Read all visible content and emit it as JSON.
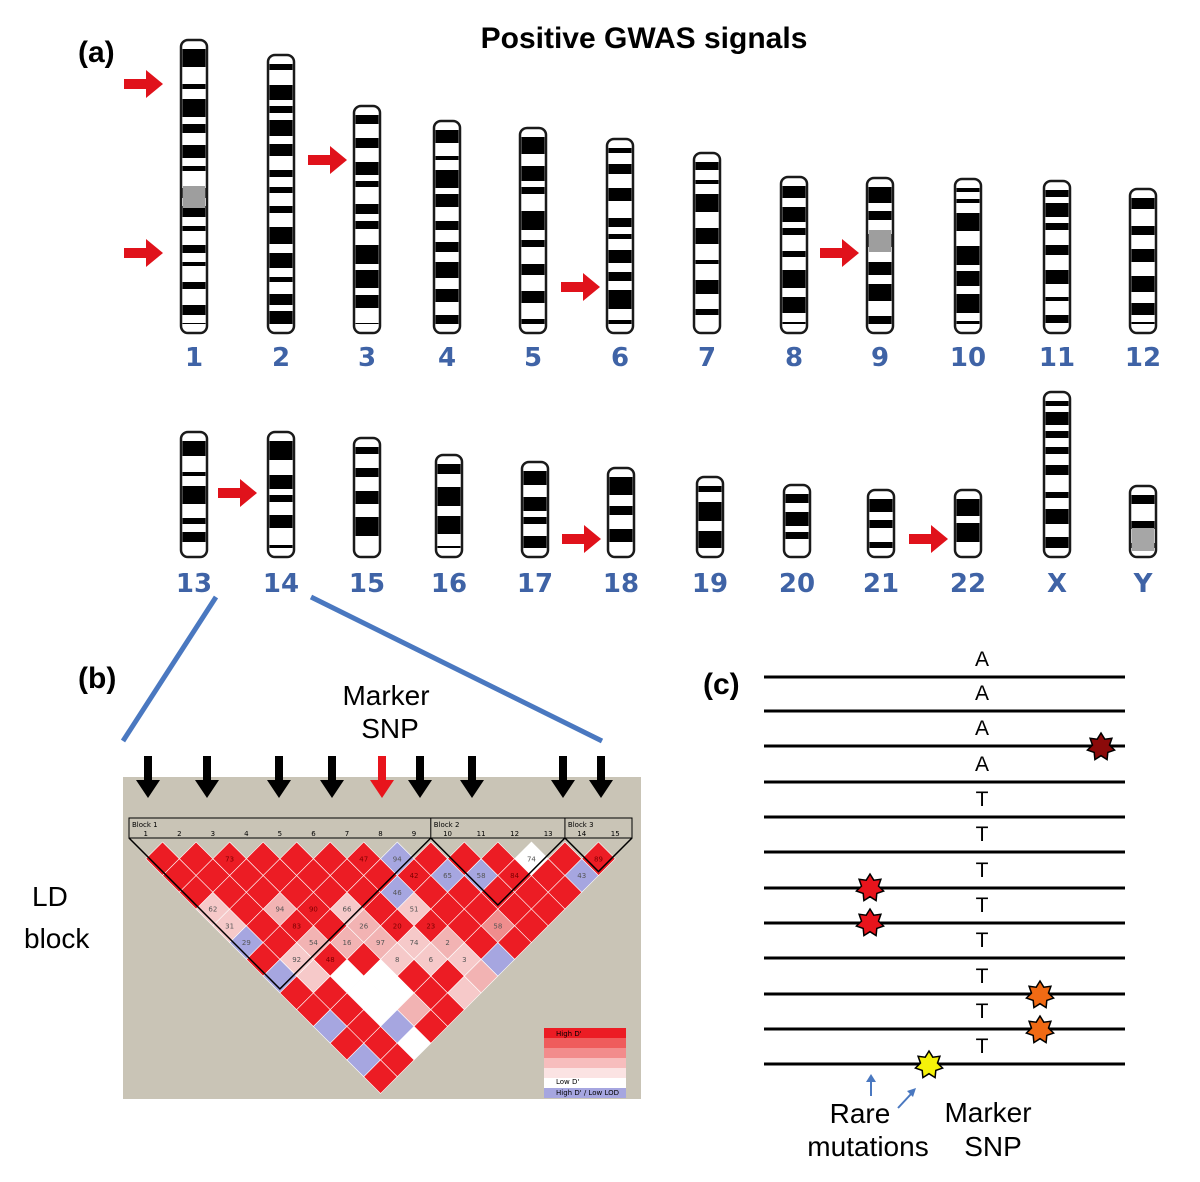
{
  "title": "Positive GWAS signals",
  "panel_labels": {
    "a": "(a)",
    "b": "(b)",
    "c": "(c)"
  },
  "karyotype": {
    "chromosomes": [
      "1",
      "2",
      "3",
      "4",
      "5",
      "6",
      "7",
      "8",
      "9",
      "10",
      "11",
      "12",
      "13",
      "14",
      "15",
      "16",
      "17",
      "18",
      "19",
      "20",
      "21",
      "22",
      "X",
      "Y"
    ],
    "signal_marker": "red-arrow",
    "signal_color": "#e0121b"
  },
  "ld_panel": {
    "side_label_line1": "LD",
    "side_label_line2": "block",
    "marker_label_line1": "Marker",
    "marker_label_line2": "SNP",
    "blocks": [
      {
        "label": "Block 1"
      },
      {
        "label": "Block 2"
      },
      {
        "label": "Block 3"
      }
    ],
    "snp_indices": [
      "1",
      "2",
      "3",
      "4",
      "5",
      "6",
      "7",
      "8",
      "9",
      "10",
      "11",
      "12",
      "13",
      "14",
      "15"
    ],
    "cell_values": [
      "73",
      "47",
      "94",
      "74",
      "89",
      "42",
      "65",
      "58",
      "84",
      "43",
      "46",
      "62",
      "94",
      "90",
      "66",
      "51",
      "31",
      "83",
      "26",
      "20",
      "23",
      "58",
      "29",
      "54",
      "16",
      "97",
      "74",
      "2",
      "92",
      "48",
      "8",
      "6",
      "3"
    ],
    "legend": {
      "high": "High D'",
      "low": "Low D'",
      "high_low_lod": "High D' / Low LOD"
    },
    "colors": {
      "high": "#ec1c24",
      "white": "#ffffff",
      "lavender": "#a6a6e0",
      "background": "#c9c4b6",
      "connector": "#4a78c0"
    }
  },
  "haplotypes": {
    "alleles": [
      "A",
      "A",
      "A",
      "A",
      "T",
      "T",
      "T",
      "T",
      "T",
      "T",
      "T",
      "T"
    ],
    "annotation_rare_line1": "Rare",
    "annotation_rare_line2": "mutations",
    "annotation_marker_line1": "Marker",
    "annotation_marker_line2": "SNP",
    "mutation_colors": {
      "dark_red": "#8b0a0a",
      "red": "#e8141c",
      "orange": "#f06a14",
      "yellow": "#f5f20a"
    }
  }
}
